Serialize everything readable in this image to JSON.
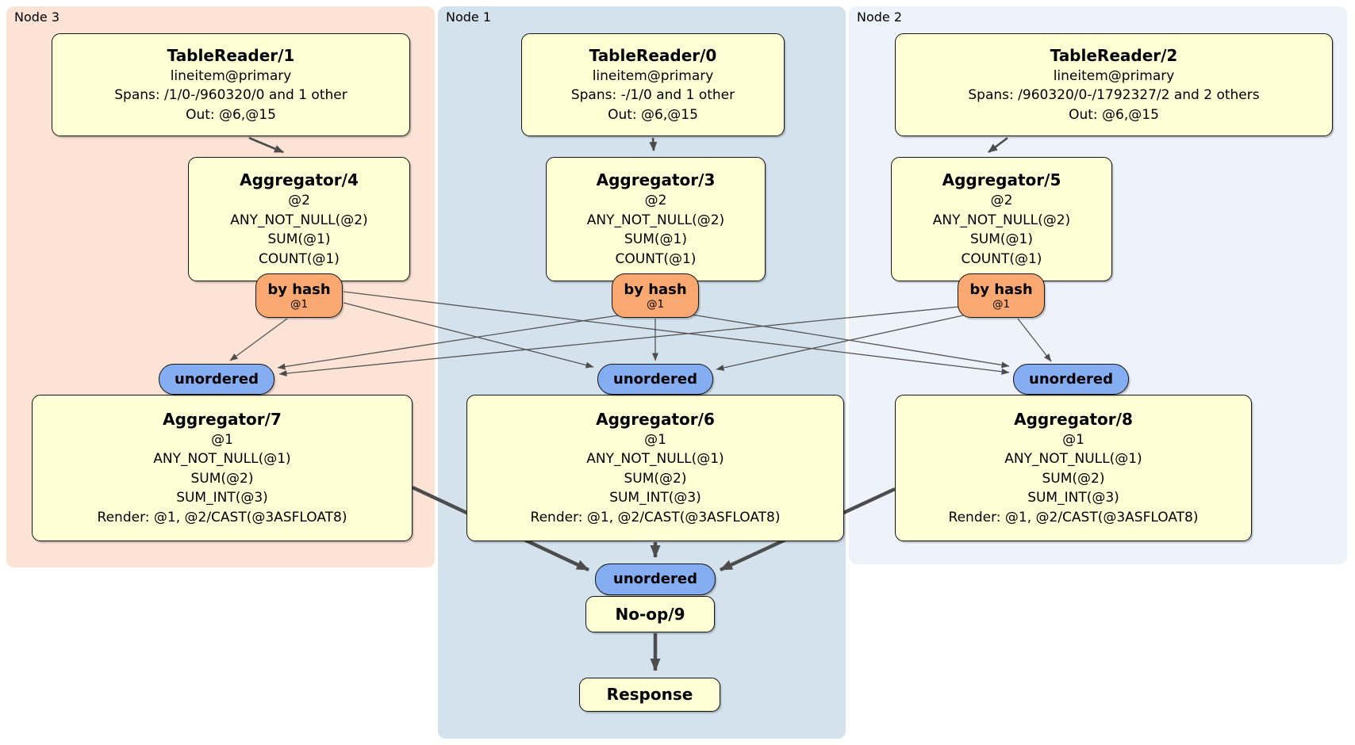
{
  "groups": [
    {
      "region_label": "Node 3",
      "tablereader": {
        "title": "TableReader/1",
        "lines": [
          "lineitem@primary",
          "Spans: /1/0-/960320/0 and 1 other",
          "Out: @6,@15"
        ]
      },
      "agg_top": {
        "title": "Aggregator/4",
        "lines": [
          "@2",
          "ANY_NOT_NULL(@2)",
          "SUM(@1)",
          "COUNT(@1)"
        ]
      },
      "router": {
        "label": "by hash",
        "detail": "@1"
      },
      "sync": {
        "label": "unordered"
      },
      "agg_bottom": {
        "title": "Aggregator/7",
        "lines": [
          "@1",
          "ANY_NOT_NULL(@1)",
          "SUM(@2)",
          "SUM_INT(@3)",
          "Render: @1, @2/CAST(@3ASFLOAT8)"
        ]
      }
    },
    {
      "region_label": "Node 1",
      "tablereader": {
        "title": "TableReader/0",
        "lines": [
          "lineitem@primary",
          "Spans: -/1/0 and 1 other",
          "Out: @6,@15"
        ]
      },
      "agg_top": {
        "title": "Aggregator/3",
        "lines": [
          "@2",
          "ANY_NOT_NULL(@2)",
          "SUM(@1)",
          "COUNT(@1)"
        ]
      },
      "router": {
        "label": "by hash",
        "detail": "@1"
      },
      "sync": {
        "label": "unordered"
      },
      "agg_bottom": {
        "title": "Aggregator/6",
        "lines": [
          "@1",
          "ANY_NOT_NULL(@1)",
          "SUM(@2)",
          "SUM_INT(@3)",
          "Render: @1, @2/CAST(@3ASFLOAT8)"
        ]
      }
    },
    {
      "region_label": "Node 2",
      "tablereader": {
        "title": "TableReader/2",
        "lines": [
          "lineitem@primary",
          "Spans: /960320/0-/1792327/2 and 2 others",
          "Out: @6,@15"
        ]
      },
      "agg_top": {
        "title": "Aggregator/5",
        "lines": [
          "@2",
          "ANY_NOT_NULL(@2)",
          "SUM(@1)",
          "COUNT(@1)"
        ]
      },
      "router": {
        "label": "by hash",
        "detail": "@1"
      },
      "sync": {
        "label": "unordered"
      },
      "agg_bottom": {
        "title": "Aggregator/8",
        "lines": [
          "@1",
          "ANY_NOT_NULL(@1)",
          "SUM(@2)",
          "SUM_INT(@3)",
          "Render: @1, @2/CAST(@3ASFLOAT8)"
        ]
      }
    }
  ],
  "final": {
    "sync": {
      "label": "unordered"
    },
    "noop_title": "No-op/9",
    "response_title": "Response"
  },
  "colors": {
    "node3_bg": "#fce3d5",
    "node1_bg": "#d3e2ed",
    "node2_bg": "#edf2fb",
    "box_fill": "#ffffd5",
    "router_fill": "#f9a871",
    "sync_fill": "#84adf2",
    "edge": "#4d4d4d"
  }
}
